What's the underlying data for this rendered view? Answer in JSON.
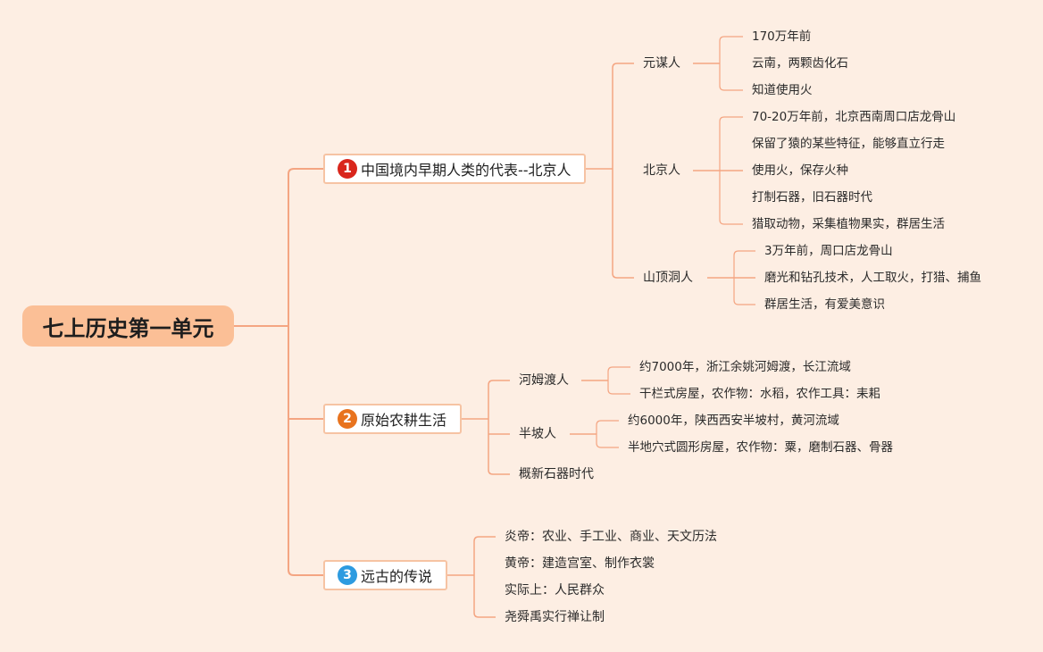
{
  "root": {
    "label": "七上历史第一单元"
  },
  "colors": {
    "background": "#fdeee3",
    "root_fill": "#fbbf96",
    "connector": "#f4a582",
    "branch_border": "#f6c3a3",
    "badge_1": "#d9261c",
    "badge_2": "#e8731e",
    "badge_3": "#2d9be0"
  },
  "branches": [
    {
      "badge": "1",
      "label": "中国境内早期人类的代表--北京人",
      "children": [
        {
          "label": "元谋人",
          "items": [
            "170万年前",
            "云南，两颗齿化石",
            "知道使用火"
          ]
        },
        {
          "label": "北京人",
          "items": [
            "70-20万年前，北京西南周口店龙骨山",
            "保留了猿的某些特征，能够直立行走",
            "使用火，保存火种",
            "打制石器，旧石器时代",
            "猎取动物，采集植物果实，群居生活"
          ]
        },
        {
          "label": "山顶洞人",
          "items": [
            "3万年前，周口店龙骨山",
            "磨光和钻孔技术，人工取火，打猎、捕鱼",
            "群居生活，有爱美意识"
          ]
        }
      ]
    },
    {
      "badge": "2",
      "label": "原始农耕生活",
      "children": [
        {
          "label": "河姆渡人",
          "items": [
            "约7000年，浙江余姚河姆渡，长江流域",
            "干栏式房屋，农作物：水稻，农作工具：耒耜"
          ]
        },
        {
          "label": "半坡人",
          "items": [
            "约6000年，陕西西安半坡村，黄河流域",
            "半地穴式圆形房屋，农作物：粟，磨制石器、骨器"
          ]
        },
        {
          "label": "概新石器时代",
          "items": []
        }
      ]
    },
    {
      "badge": "3",
      "label": "远古的传说",
      "children": [
        {
          "label": "炎帝：农业、手工业、商业、天文历法",
          "items": []
        },
        {
          "label": "黄帝：建造宫室、制作衣裳",
          "items": []
        },
        {
          "label": "实际上：人民群众",
          "items": []
        },
        {
          "label": "尧舜禹实行禅让制",
          "items": []
        }
      ]
    }
  ]
}
